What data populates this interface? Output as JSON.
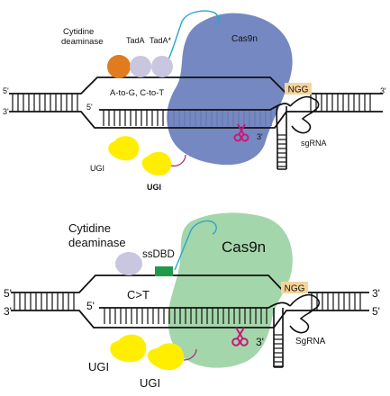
{
  "top": {
    "deaminase_label_line1": "Cytidine",
    "deaminase_label_line2": "deaminase",
    "tada_label": "TadA",
    "tada_star_label": "TadA*",
    "cas_label": "Cas9n",
    "edit_label": "A-to-G, C-to-T",
    "pam_label": "NGG",
    "five_prime_left": "5'",
    "three_prime_left": "3'",
    "three_prime_right": "3'",
    "five_prime_inner": "5'",
    "three_prime_guide": "3'",
    "sgrna_label": "sgRNA",
    "ugi_label_1": "UGI",
    "ugi_label_2": "UGI"
  },
  "bottom": {
    "deaminase_label_line1": "Cytidine",
    "deaminase_label_line2": "deaminase",
    "ssdbd_label": "ssDBD",
    "cas_label": "Cas9n",
    "edit_label": "C>T",
    "pam_label": "NGG",
    "five_prime_left": "5'",
    "three_prime_left": "3'",
    "three_prime_right": "3'",
    "five_prime_right": "5'",
    "five_prime_inner": "5'",
    "three_prime_guide": "3'",
    "sgrna_label": "SgRNA",
    "ugi_label_1": "UGI",
    "ugi_label_2": "UGI"
  },
  "colors": {
    "cas_top": "#6a7fbc",
    "cas_bottom": "#9fd4a6",
    "deaminase_orange": "#e07b1f",
    "tada": "#c9c6df",
    "ugi": "#ffee00",
    "pam": "#f6d49a",
    "ssdbd": "#1f9a48",
    "linker": "#2aa6c7",
    "ugi_linker": "#b0307a",
    "scissors": "#c8197a"
  },
  "icons": [
    "scissors-icon"
  ]
}
